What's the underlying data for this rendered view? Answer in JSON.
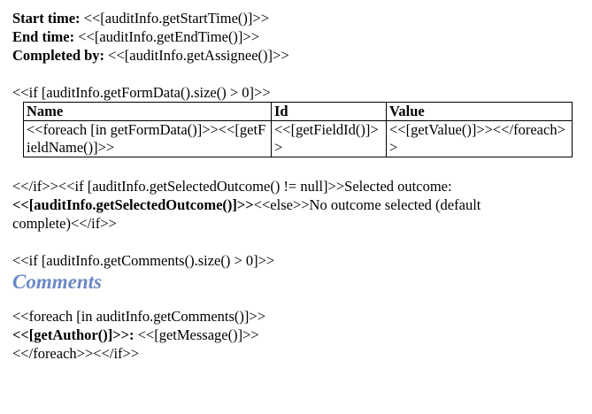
{
  "header": {
    "start_label": "Start time:",
    "start_value": "<<[auditInfo.getStartTime()]>>",
    "end_label": "End time:",
    "end_value": "<<[auditInfo.getEndTime()]>>",
    "completed_label": "Completed by:",
    "completed_value": "<<[auditInfo.getAssignee()]>>"
  },
  "form_if": "<<if [auditInfo.getFormData().size() > 0]>>",
  "table": {
    "columns": [
      "Name",
      "Id",
      "Value"
    ],
    "cells": [
      "<<foreach [in getFormData()]>><<[getFieldName()]>>",
      "<<[getFieldId()]>>",
      "<<[getValue()]>><</foreach>>"
    ]
  },
  "outcome": {
    "line1": "<</if>><<if [auditInfo.getSelectedOutcome() != null]>>Selected outcome:",
    "bold_expr": "<<[auditInfo.getSelectedOutcome()]>>",
    "else_text": "<<else>>No outcome selected (default",
    "line3": "complete)<</if>>"
  },
  "comments_if": "<<if [auditInfo.getComments().size() > 0]>>",
  "comments_heading": "Comments",
  "comments_foreach": "<<foreach [in auditInfo.getComments()]>>",
  "comment_author": "<<[getAuthor()]>>:",
  "comment_message": " <<[getMessage()]>>",
  "comments_end": "<</foreach>><</if>>"
}
